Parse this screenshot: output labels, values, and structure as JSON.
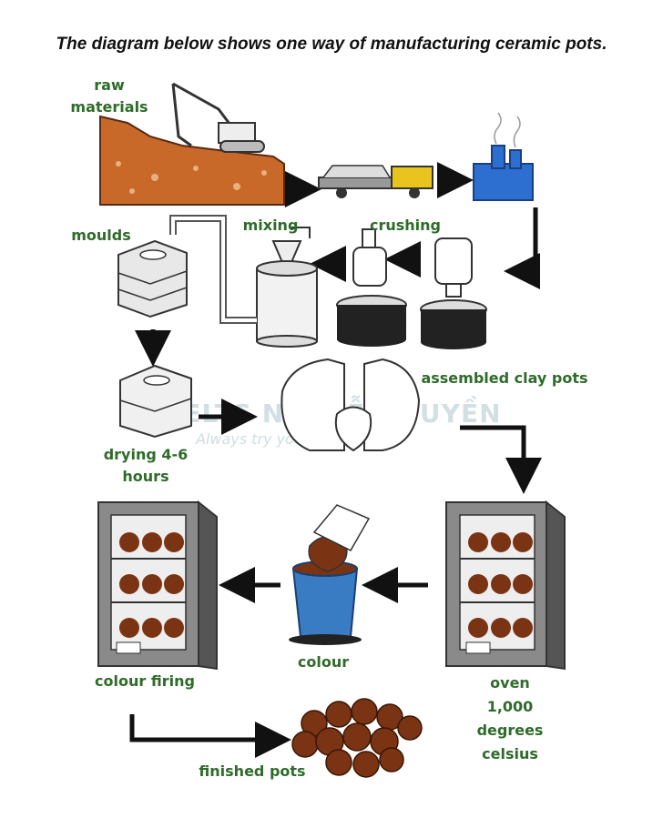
{
  "title": "The diagram below shows one way of manufacturing ceramic pots.",
  "watermark": {
    "brand": "IELTS NGUYỄN HUYỀN",
    "slogan": "Always try your best"
  },
  "labels": {
    "raw_materials_1": "raw",
    "raw_materials_2": "materials",
    "moulds": "moulds",
    "mixing": "mixing",
    "crushing": "crushing",
    "assembled": "assembled clay pots",
    "drying_1": "drying 4-6",
    "drying_2": "hours",
    "colour": "colour",
    "colour_firing": "colour firing",
    "oven_1": "oven",
    "oven_2": "1,000",
    "oven_3": "degrees",
    "oven_4": "celsius",
    "finished": "finished pots"
  },
  "colors": {
    "label_green": "#2f6b2a",
    "earth": "#c8692a",
    "truck": "#e9c41e",
    "factory": "#2d6fd0",
    "pot": "#7a3414",
    "bucket": "#3a7cc4",
    "arrow": "#111111"
  }
}
